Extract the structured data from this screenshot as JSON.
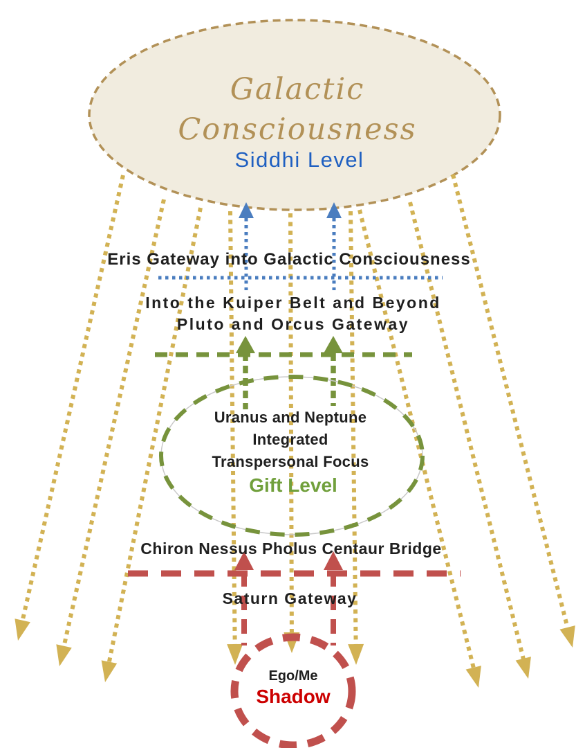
{
  "diagram": {
    "top_ellipse": {
      "title_line1": "Galactic",
      "title_line2": "Consciousness",
      "sublabel": "Siddhi Level"
    },
    "labels": {
      "eris": "Eris Gateway into Galactic Consciousness",
      "kuiper_line1": "Into the Kuiper Belt and Beyond",
      "kuiper_line2": "Pluto and Orcus Gateway",
      "uranus_line1": "Uranus and Neptune",
      "uranus_line2": "Integrated",
      "uranus_line3": "Transpersonal Focus",
      "gift": "Gift Level",
      "chiron": "Chiron Nessus Pholus Centaur Bridge",
      "saturn": "Saturn Gateway",
      "ego": "Ego/Me",
      "shadow": "Shadow"
    },
    "colors": {
      "cream_fill": "#f1ecdf",
      "tan": "#b29157",
      "gold": "#d2b254",
      "blue": "#4a7dbf",
      "blue_text": "#1e5fc1",
      "green": "#77933c",
      "green_text": "#71a03c",
      "red": "#c0504d",
      "shadow_red": "#cc0000",
      "text": "#1f1f1f"
    }
  }
}
